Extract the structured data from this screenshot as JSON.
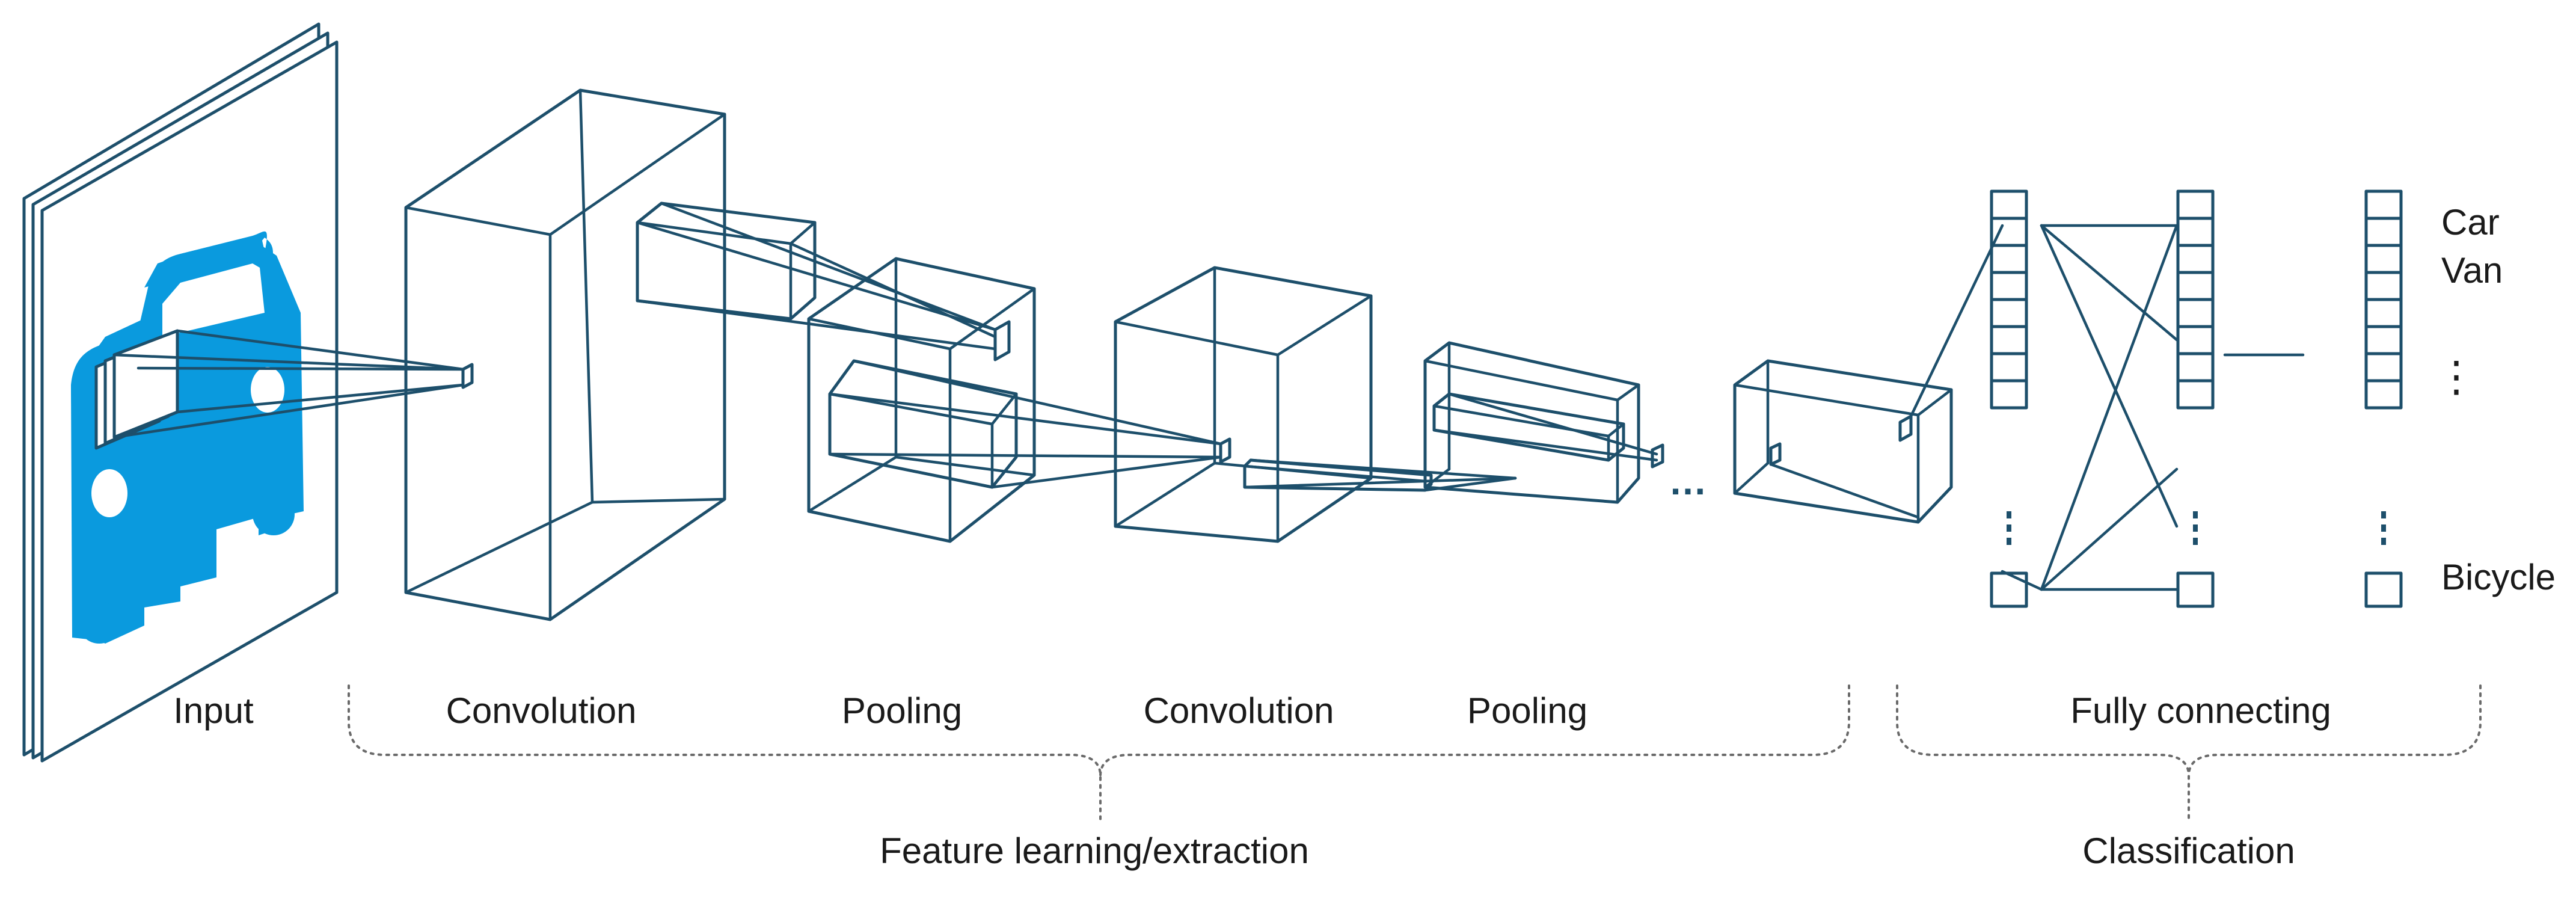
{
  "labels": {
    "input": "Input",
    "convolution_1": "Convolution",
    "pooling_1": "Pooling",
    "convolution_2": "Convolution",
    "pooling_2": "Pooling",
    "fully_connecting": "Fully connecting",
    "feature_learning": "Feature learning/extraction",
    "classification": "Classification"
  },
  "outputs": {
    "first": "Car",
    "second": "Van",
    "ellipsis": "⋮",
    "last": "Bicycle"
  },
  "ellipsis_between_layers": "…",
  "colors": {
    "line": "#1d4f6b",
    "car_icon": "#0a9ade",
    "brace": "#6a6a6a",
    "text": "#1a1a1a"
  },
  "icons": [
    "car-icon"
  ]
}
